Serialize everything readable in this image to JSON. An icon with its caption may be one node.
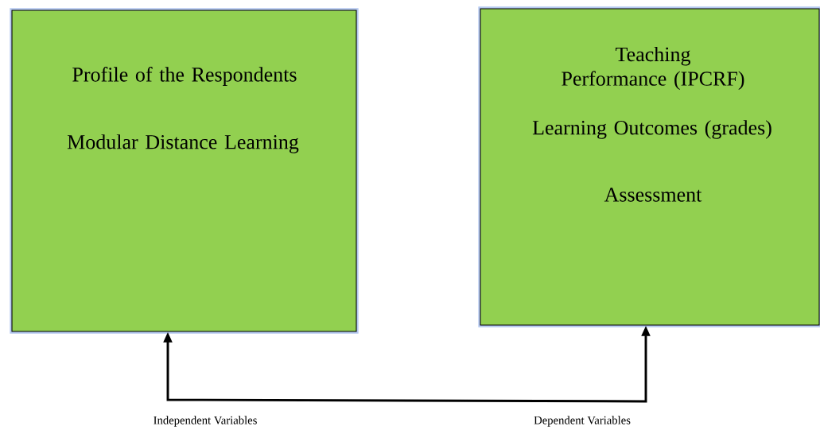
{
  "diagram": {
    "nodes": [
      {
        "text": [
          "Profile of the Respondents",
          "Modular Distance Learning"
        ]
      },
      {
        "text": [
          "Teaching Performance (IPCRF)",
          "Learning Outcomes (grades)",
          "Assessment"
        ]
      }
    ],
    "edges": [
      {
        "from": 0,
        "to": 1,
        "arrow": "both"
      }
    ],
    "labels": [
      "Independent Variables",
      "Dependent Variables"
    ]
  }
}
